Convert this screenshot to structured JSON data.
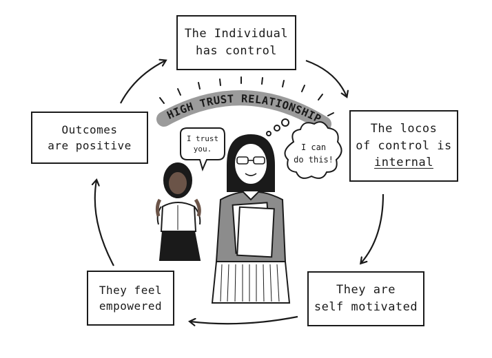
{
  "cycle": {
    "individual": {
      "line1": "The Individual",
      "line2": "has control"
    },
    "locus": {
      "line1": "The locos",
      "line2": "of control is",
      "line3": "internal"
    },
    "motivated": {
      "line1": "They are",
      "line2": "self motivated"
    },
    "empowered": {
      "line1": "They feel",
      "line2": "empowered"
    },
    "outcomes": {
      "line1": "Outcomes",
      "line2": "are positive"
    }
  },
  "banner": {
    "text": "HIGH TRUST RELATIONSHIP"
  },
  "speech_bubble": {
    "line1": "I trust",
    "line2": "you."
  },
  "thought_bubble": {
    "line1": "I can",
    "line2": "do this!"
  },
  "colors": {
    "ink": "#1a1a1a",
    "banner_gray": "#9b9b9b",
    "sweater_gray": "#8c8c8c",
    "skin_dark": "#6b5448"
  }
}
